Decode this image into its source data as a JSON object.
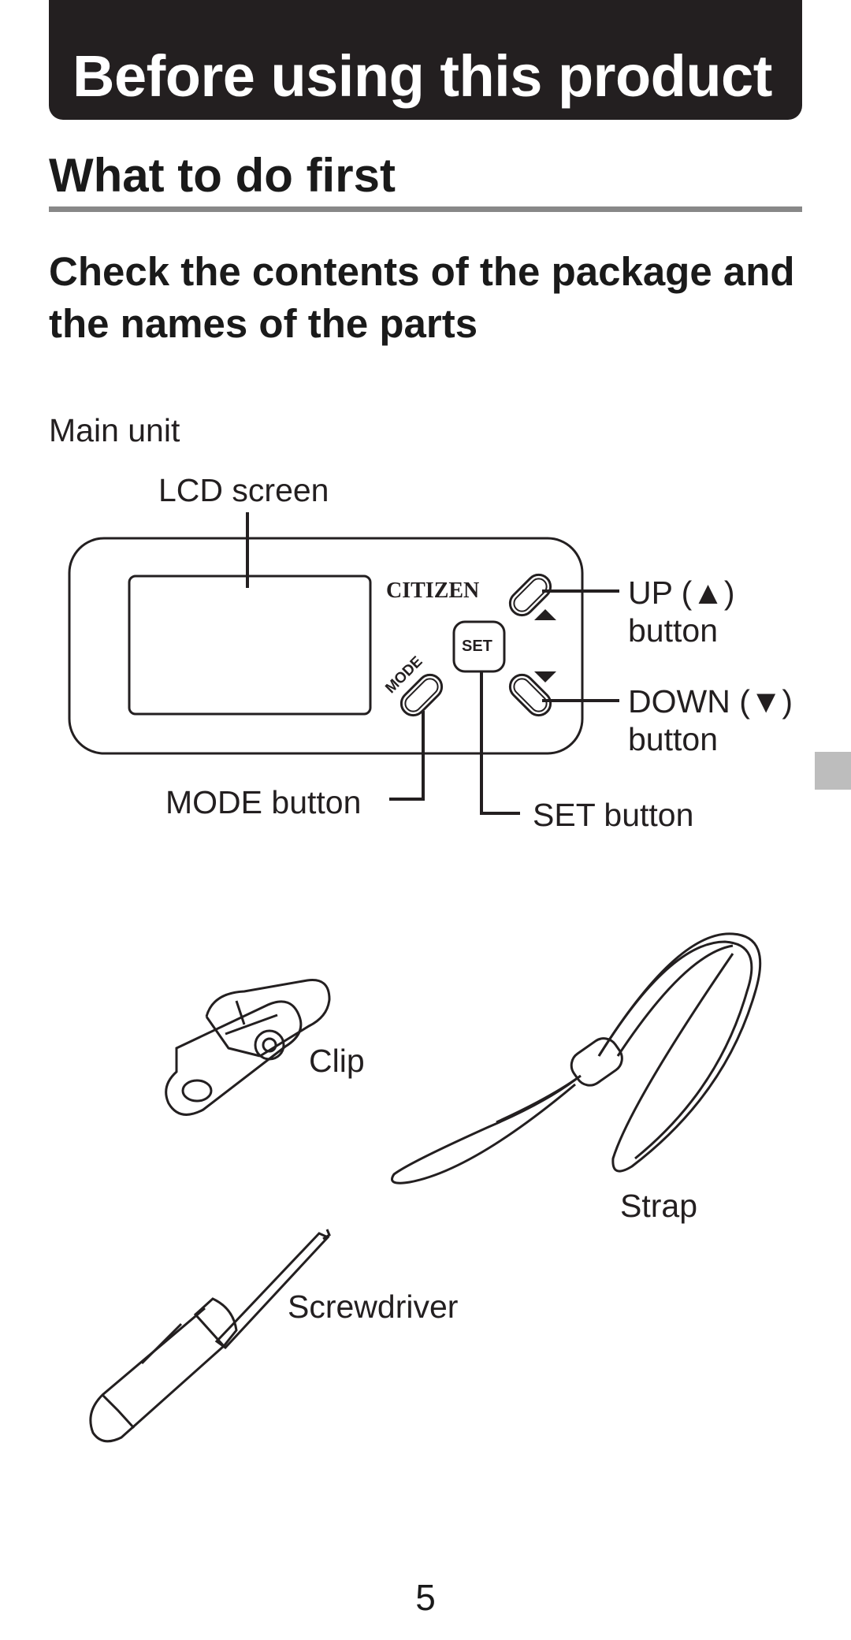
{
  "header": {
    "title": "Before using this product"
  },
  "section": {
    "title": "What to do first",
    "subtitle": "Check the contents of the package and the names of the parts"
  },
  "main_unit": {
    "heading": "Main unit",
    "brand": "CITIZEN",
    "lcd_label": "LCD screen",
    "up_label_line1": "UP (▲)",
    "up_label_line2": "button",
    "down_label_line1": "DOWN (▼)",
    "down_label_line2": "button",
    "mode_label": "MODE button",
    "set_label": "SET button",
    "set_key": "SET",
    "mode_key": "MODE"
  },
  "accessories": {
    "clip": "Clip",
    "strap": "Strap",
    "screwdriver": "Screwdriver"
  },
  "footer": {
    "page_number": "5"
  },
  "colors": {
    "banner": "#231f20",
    "rule": "#888888",
    "side_tab": "#bdbdbd"
  }
}
